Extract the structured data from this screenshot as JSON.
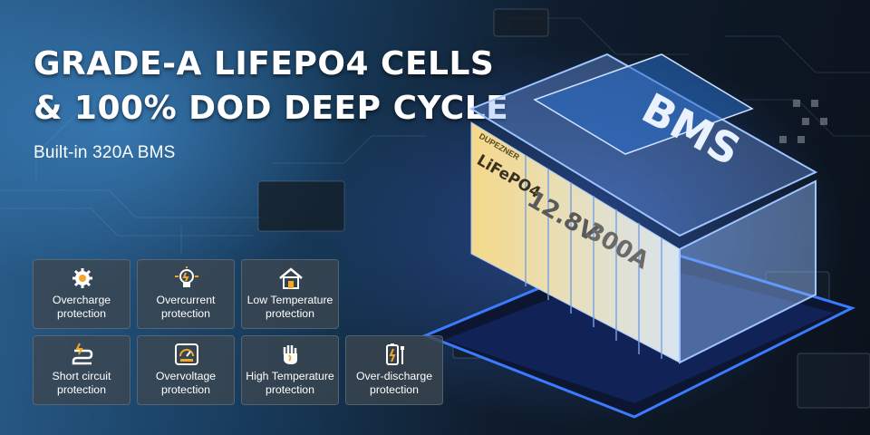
{
  "headline": {
    "line1": "GRADE-A LIFEPO4 CELLS",
    "line2": "& 100% DOD DEEP CYCLE"
  },
  "subtitle": "Built-in 320A BMS",
  "battery": {
    "brand": "DUPEZNER",
    "chem": "LiFePO4",
    "voltage": "12.8V",
    "current": "300A",
    "bms": "BMS"
  },
  "protections": [
    {
      "icon": "gear-icon",
      "line1": "Overcharge",
      "line2": "protection"
    },
    {
      "icon": "lightbulb-icon",
      "line1": "Overcurrent",
      "line2": "protection"
    },
    {
      "icon": "house-icon",
      "line1": "Low Temperature",
      "line2": "protection"
    },
    {
      "icon": "short-circuit-icon",
      "line1": "Short circuit",
      "line2": "protection"
    },
    {
      "icon": "gauge-icon",
      "line1": "Overvoltage",
      "line2": "protection"
    },
    {
      "icon": "hand-heat-icon",
      "line1": "High Temperature",
      "line2": "protection"
    },
    {
      "icon": "battery-discharge-icon",
      "line1": "Over-discharge",
      "line2": "protection"
    }
  ],
  "colors": {
    "accent": "#f5a623",
    "card_bg": "#3c4650",
    "glow": "#3a7bff"
  }
}
